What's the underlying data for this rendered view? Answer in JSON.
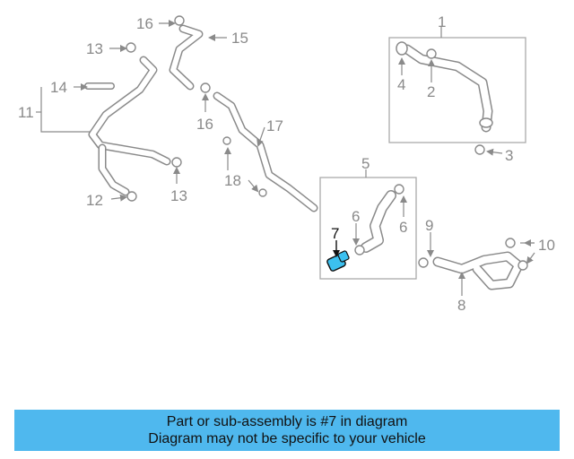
{
  "diagram": {
    "callouts": {
      "c1": "1",
      "c2": "2",
      "c3": "3",
      "c4": "4",
      "c5": "5",
      "c6a": "6",
      "c6b": "6",
      "c7": "7",
      "c8": "8",
      "c9": "9",
      "c10": "10",
      "c11": "11",
      "c12": "12",
      "c13a": "13",
      "c13b": "13",
      "c14": "14",
      "c15": "15",
      "c16a": "16",
      "c16b": "16",
      "c17": "17",
      "c18": "18"
    },
    "highlight_color": "#3cc0ef",
    "callout_color": "#8a8a8a",
    "line_color": "#9a9a9a"
  },
  "banner": {
    "line1": "Part or sub-assembly is #7 in diagram",
    "line2": "Diagram may not be specific to your vehicle",
    "color": "#4fb8ee"
  }
}
